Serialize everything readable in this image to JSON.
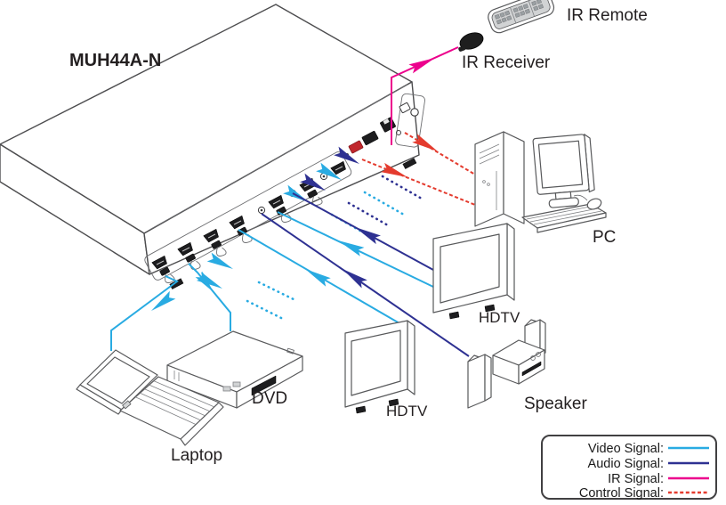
{
  "device": {
    "model": "MUH44A-N"
  },
  "peripherals": {
    "ir_remote": "IR Remote",
    "ir_receiver": "IR Receiver",
    "pc": "PC",
    "hdtv_top": "HDTV",
    "hdtv_bottom": "HDTV",
    "speaker": "Speaker",
    "dvd": "DVD",
    "laptop": "Laptop"
  },
  "legend": {
    "items": [
      {
        "label": "Video Signal:",
        "color": "#29ABE2",
        "style": "solid"
      },
      {
        "label": "Audio Signal:",
        "color": "#2E3192",
        "style": "solid"
      },
      {
        "label": "IR  Signal:",
        "color": "#EC008C",
        "style": "solid"
      },
      {
        "label": "Control Signal:",
        "color": "#E43B2E",
        "style": "dashed"
      }
    ]
  },
  "colors": {
    "video": "#29ABE2",
    "audio": "#2E3192",
    "ir": "#EC008C",
    "control": "#E43B2E",
    "outline": "#58595B",
    "background": "#FFFFFF"
  }
}
